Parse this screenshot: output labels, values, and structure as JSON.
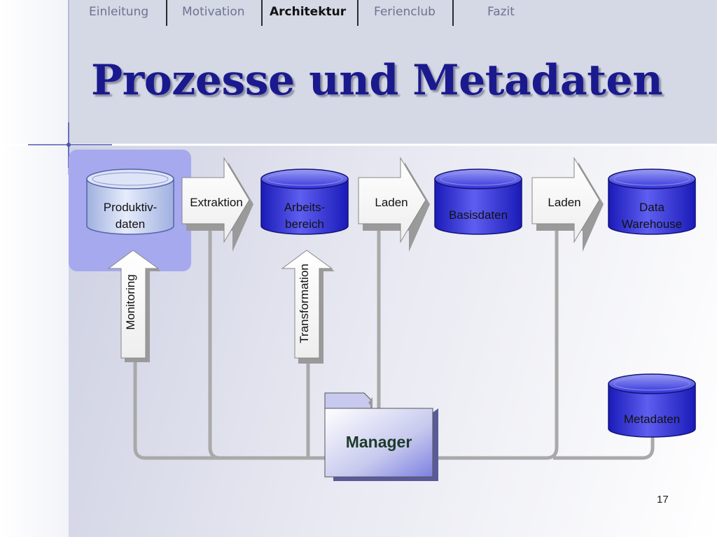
{
  "nav": {
    "tabs": [
      {
        "label": "Einleitung",
        "active": false
      },
      {
        "label": "Motivation",
        "active": false
      },
      {
        "label": "Architektur",
        "active": true
      },
      {
        "label": "Ferienclub",
        "active": false
      },
      {
        "label": "Fazit",
        "active": false
      }
    ]
  },
  "slide": {
    "title": "Prozesse und Metadaten",
    "page_number": "17"
  },
  "diagram": {
    "stores": {
      "produktiv": [
        "Produktiv-",
        "daten"
      ],
      "arbeits": [
        "Arbeits-",
        "bereich"
      ],
      "basis": [
        "Basisdaten"
      ],
      "warehouse": [
        "Data",
        "Warehouse"
      ],
      "metadaten": [
        "Metadaten"
      ]
    },
    "processes": {
      "extraktion": "Extraktion",
      "laden1": "Laden",
      "laden2": "Laden",
      "monitoring": "Monitoring",
      "transformation": "Transformation"
    },
    "manager": "Manager"
  },
  "colors": {
    "title": "#1a1a8e",
    "cylinder_blue": "#2c2cd8",
    "cylinder_light": "#c9d3f0",
    "highlight_panel": "#a6a9ee",
    "connector": "#a9a9a9"
  }
}
